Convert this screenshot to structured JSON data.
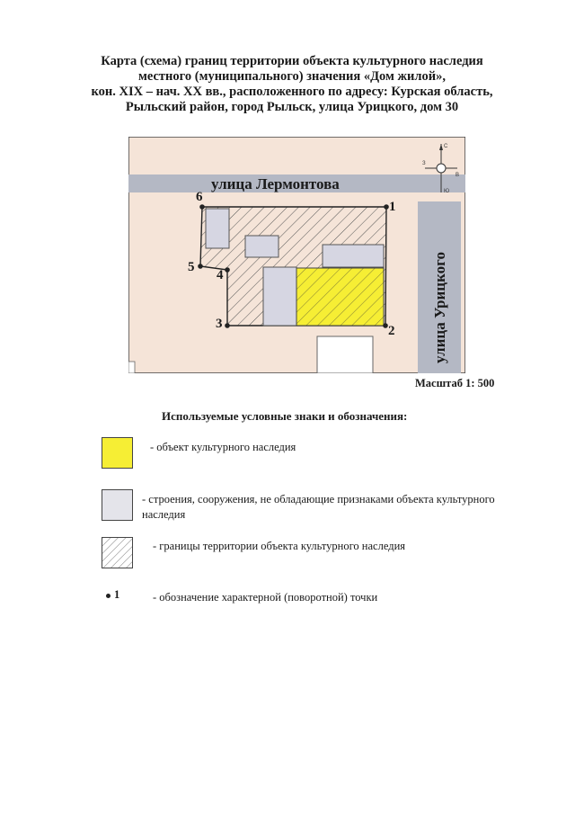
{
  "title": {
    "line1": "Карта (схема) границ территории объекта культурного наследия",
    "line2": "местного (муниципального) значения «Дом жилой»,",
    "line3": "кон. XIX – нач. XX вв., расположенного по адресу: Курская область,",
    "line4": "Рыльский район, город Рыльск, улица Урицкого, дом 30"
  },
  "map": {
    "street_horizontal": "улица Лермонтова",
    "street_vertical": "улица Урицкого",
    "compass": {
      "north": "С",
      "south": "Ю",
      "west": "З",
      "east": "В"
    },
    "points": [
      "1",
      "2",
      "3",
      "4",
      "5",
      "6"
    ],
    "colors": {
      "background": "#f5e4d8",
      "street": "#b4b8c4",
      "building": "#d6d6e2",
      "heritage": "#f6ee34",
      "hatch": "#555555"
    }
  },
  "scale": "Масштаб 1: 500",
  "legend": {
    "title": "Используемые условные знаки и обозначения:",
    "items": [
      {
        "text": "-  объект культурного наследия"
      },
      {
        "text": "-  строения, сооружения, не обладающие признаками объекта культурного наследия"
      },
      {
        "text": "- границы территории объекта культурного наследия"
      },
      {
        "symbol": "1",
        "text": "- обозначение характерной (поворотной) точки"
      }
    ]
  }
}
